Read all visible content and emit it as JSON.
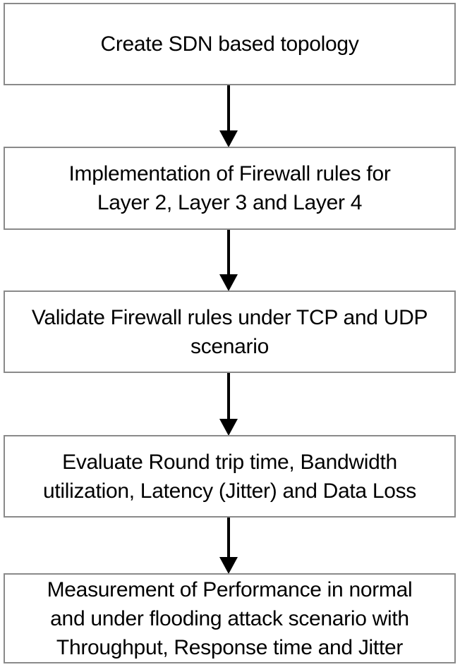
{
  "diagram": {
    "type": "flowchart",
    "orientation": "top-to-bottom",
    "background_color": "#ffffff",
    "node_border_color": "#8a8a8a",
    "node_fill_color": "#ffffff",
    "text_color": "#000000",
    "arrow_color": "#000000",
    "node_count": 5,
    "arrow_count": 4,
    "nodes": [
      {
        "id": "node-1",
        "step": 1,
        "shape": "rectangle",
        "label": "Create SDN based topology"
      },
      {
        "id": "node-2",
        "step": 2,
        "shape": "rectangle",
        "label": "Implementation of Firewall rules for\nLayer  2, Layer 3 and Layer 4"
      },
      {
        "id": "node-3",
        "step": 3,
        "shape": "rectangle",
        "label": "Validate Firewall rules under TCP and UDP\nscenario"
      },
      {
        "id": "node-4",
        "step": 4,
        "shape": "rectangle",
        "label": "Evaluate Round trip time, Bandwidth\nutilization, Latency (Jitter) and Data Loss"
      },
      {
        "id": "node-5",
        "step": 5,
        "shape": "rectangle",
        "label": "Measurement of Performance in normal\nand under flooding attack scenario with\nThroughput, Response time and Jitter"
      }
    ],
    "arrows": [
      {
        "id": "arrow-1",
        "from": "node-1",
        "to": "node-2",
        "direction": "down",
        "style": "solid-filled-head"
      },
      {
        "id": "arrow-2",
        "from": "node-2",
        "to": "node-3",
        "direction": "down",
        "style": "solid-filled-head"
      },
      {
        "id": "arrow-3",
        "from": "node-3",
        "to": "node-4",
        "direction": "down",
        "style": "solid-filled-head"
      },
      {
        "id": "arrow-4",
        "from": "node-4",
        "to": "node-5",
        "direction": "down",
        "style": "solid-filled-head"
      }
    ]
  }
}
